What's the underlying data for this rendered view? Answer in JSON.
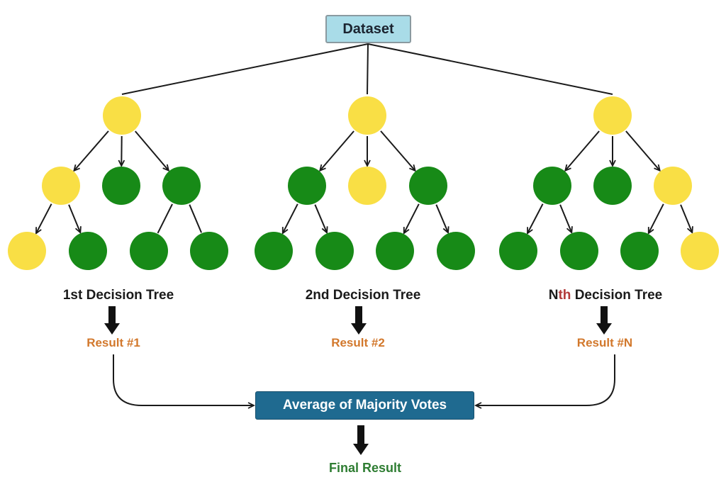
{
  "dataset_label": "Dataset",
  "aggregate_label": "Average of Majority Votes",
  "final_label": "Final Result",
  "colors": {
    "yellow_node": "#F9DF45",
    "green_node": "#178A17",
    "dataset_fill": "#A9DCE8",
    "aggregate_fill": "#1F6A90",
    "result_text": "#D2782C",
    "final_text": "#2E7D32",
    "nth_accent": "#B23A3A"
  },
  "trees": [
    {
      "title": "1st Decision Tree",
      "result": "Result #1",
      "root": "yellow",
      "level1": [
        "yellow",
        "green",
        "green"
      ],
      "level2": [
        "yellow",
        "green",
        "green",
        "green"
      ]
    },
    {
      "title": "2nd Decision Tree",
      "result": "Result #2",
      "root": "yellow",
      "level1": [
        "green",
        "yellow",
        "green"
      ],
      "level2": [
        "green",
        "green",
        "green",
        "green"
      ]
    },
    {
      "title_prefix": "N",
      "title_accent": "th",
      "title_rest": " Decision Tree",
      "result": "Result #N",
      "root": "yellow",
      "level1": [
        "green",
        "green",
        "yellow"
      ],
      "level2": [
        "green",
        "green",
        "green",
        "yellow"
      ]
    }
  ]
}
